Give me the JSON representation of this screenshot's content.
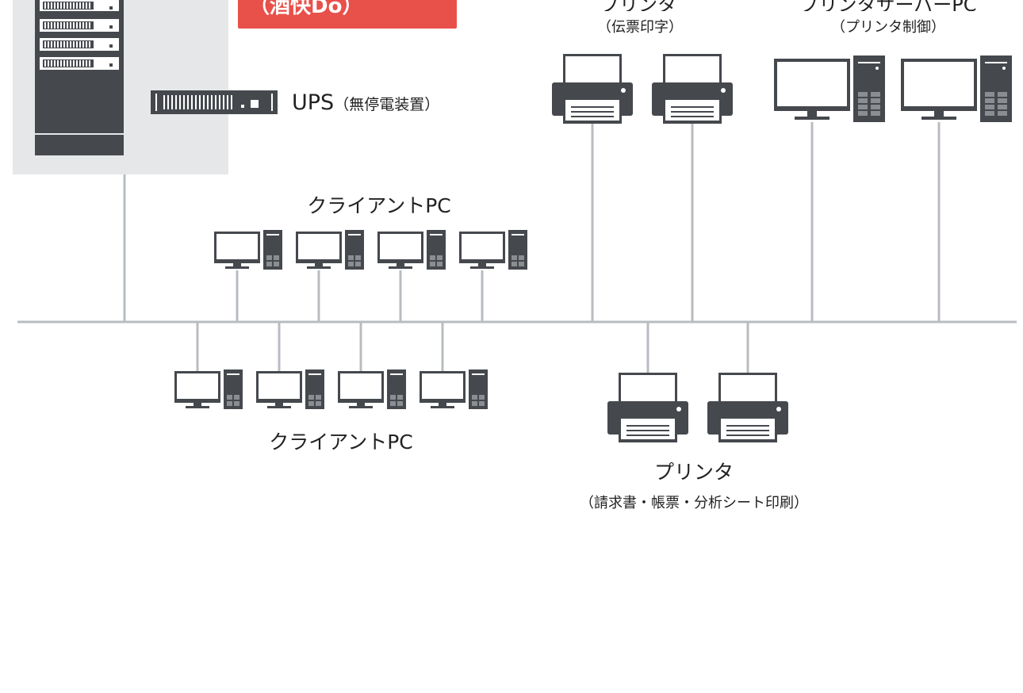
{
  "colors": {
    "line": "#b8bcc0",
    "device_dark": "#45484d",
    "device_light": "#ffffff",
    "panel": "#e6e7e9",
    "accent": "#e8504a"
  },
  "server": {
    "badge": "（酒快Do）"
  },
  "ups": {
    "name": "UPS",
    "note": "（無停電装置）"
  },
  "client_pc_top": {
    "title": "クライアントPC"
  },
  "client_pc_bottom": {
    "title": "クライアントPC"
  },
  "printer_slip": {
    "title": "プリンタ",
    "note": "（伝票印字）"
  },
  "printer_server": {
    "title": "プリンタサーバーPC",
    "note": "（プリンタ制御）"
  },
  "printer_invoice": {
    "title": "プリンタ",
    "note": "（請求書・帳票・分析シート印刷）"
  }
}
